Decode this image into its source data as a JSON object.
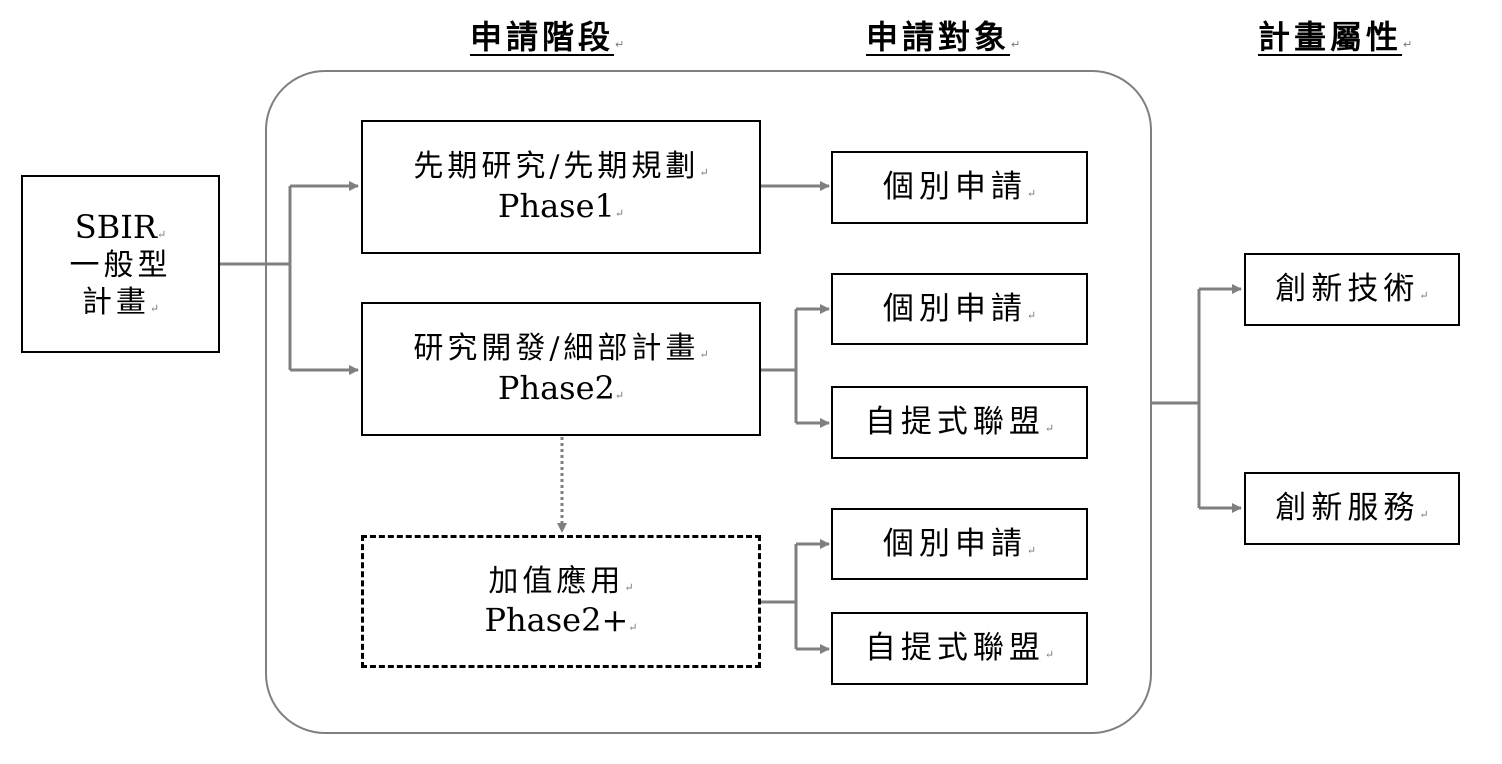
{
  "headings": {
    "phase": "申請階段",
    "target": "申請對象",
    "attribute": "計畫屬性"
  },
  "source": {
    "line1": "SBIR",
    "line2": "一般型",
    "line3": "計畫"
  },
  "phases": [
    {
      "name": "先期研究/先期規劃",
      "code": "Phase1"
    },
    {
      "name": "研究開發/細部計畫",
      "code": "Phase2"
    },
    {
      "name": "加值應用",
      "code": "Phase2+"
    }
  ],
  "targets": [
    "個別申請",
    "個別申請",
    "自提式聯盟",
    "個別申請",
    "自提式聯盟"
  ],
  "attributes": [
    "創新技術",
    "創新服務"
  ],
  "colors": {
    "connector": "#7f7f7f",
    "box_border": "#000000"
  }
}
